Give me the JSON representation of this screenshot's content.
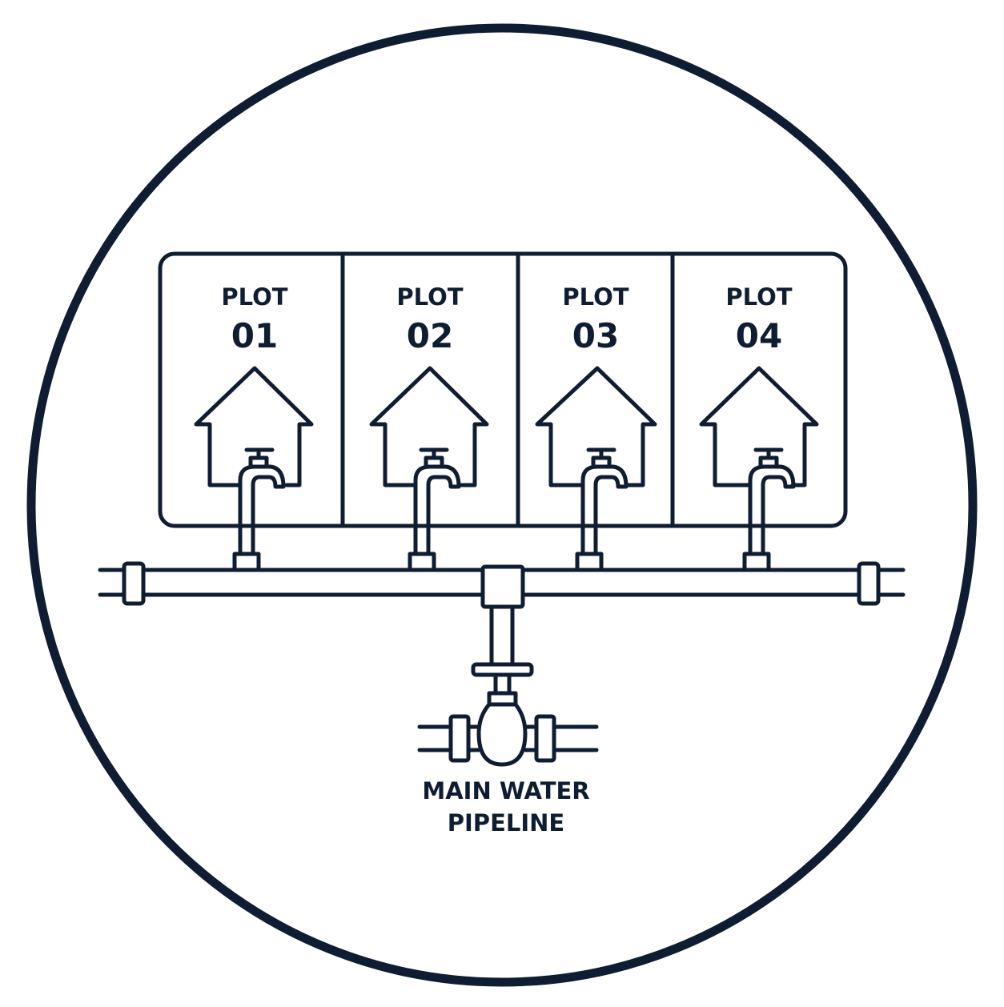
{
  "colors": {
    "ink": "#0f1d33",
    "background": "#ffffff"
  },
  "plots": [
    {
      "word": "PLOT",
      "number": "01"
    },
    {
      "word": "PLOT",
      "number": "02"
    },
    {
      "word": "PLOT",
      "number": "03"
    },
    {
      "word": "PLOT",
      "number": "04"
    }
  ],
  "main_label": {
    "line1": "MAIN WATER",
    "line2": "PIPELINE"
  },
  "icons": [
    "house-icon",
    "faucet-icon",
    "pipe-coupling-icon",
    "tee-fitting-icon",
    "gate-valve-icon"
  ]
}
